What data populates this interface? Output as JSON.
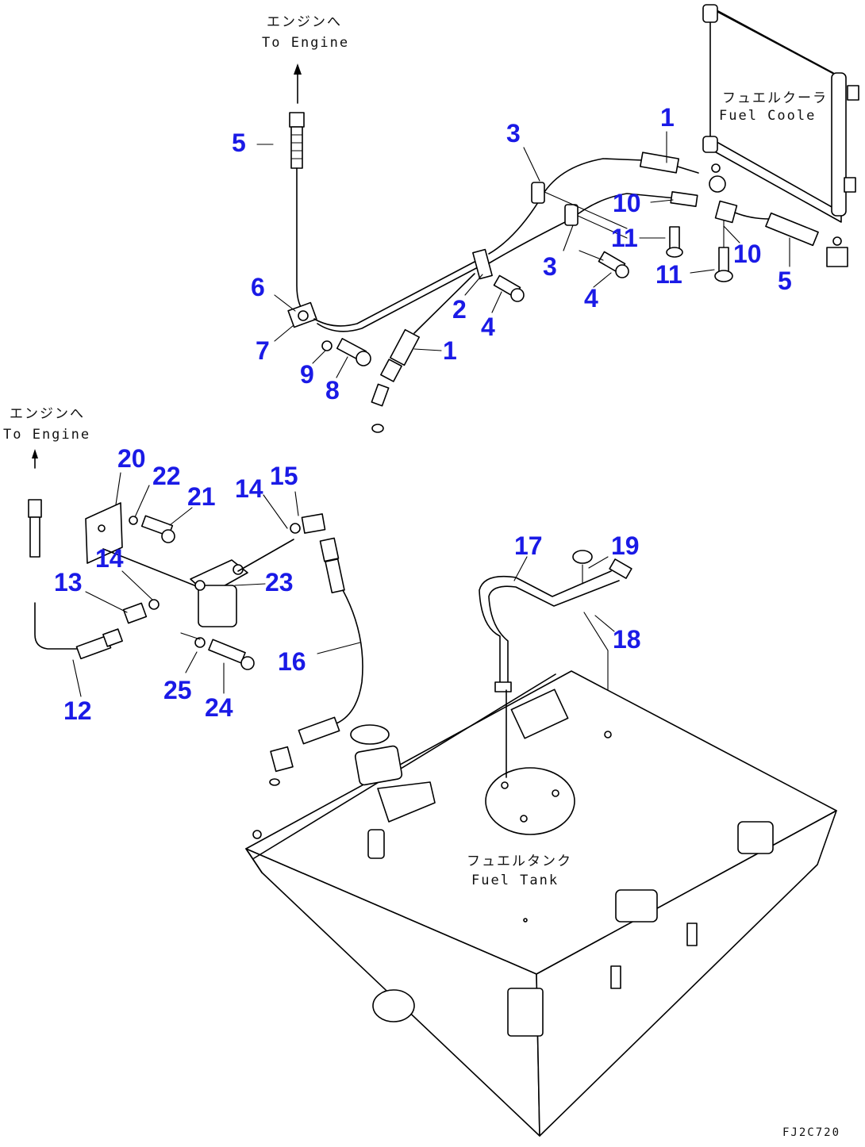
{
  "accent_color": "#1a1ae6",
  "labels": {
    "to_engine_top_jp": "エンジンへ",
    "to_engine_top_en": "To Engine",
    "fuel_cooler_jp": "フュエルクーラ",
    "fuel_cooler_en": "Fuel Coole",
    "to_engine_left_jp": "エンジンへ",
    "to_engine_left_en": "To Engine",
    "fuel_tank_jp": "フュエルタンク",
    "fuel_tank_en": "Fuel Tank",
    "drawing_code": "FJ2C720"
  },
  "callouts": [
    {
      "id": "c5a",
      "text": "5"
    },
    {
      "id": "c3a",
      "text": "3"
    },
    {
      "id": "c1a",
      "text": "1"
    },
    {
      "id": "c10a",
      "text": "10"
    },
    {
      "id": "c11a",
      "text": "11"
    },
    {
      "id": "c10b",
      "text": "10"
    },
    {
      "id": "c3b",
      "text": "3"
    },
    {
      "id": "c11b",
      "text": "11"
    },
    {
      "id": "c5b",
      "text": "5"
    },
    {
      "id": "c6",
      "text": "6"
    },
    {
      "id": "c2",
      "text": "2"
    },
    {
      "id": "c4a",
      "text": "4"
    },
    {
      "id": "c4b",
      "text": "4"
    },
    {
      "id": "c7",
      "text": "7"
    },
    {
      "id": "c1b",
      "text": "1"
    },
    {
      "id": "c9",
      "text": "9"
    },
    {
      "id": "c8",
      "text": "8"
    },
    {
      "id": "c20",
      "text": "20"
    },
    {
      "id": "c22",
      "text": "22"
    },
    {
      "id": "c15",
      "text": "15"
    },
    {
      "id": "c14a",
      "text": "14"
    },
    {
      "id": "c21",
      "text": "21"
    },
    {
      "id": "c14b",
      "text": "14"
    },
    {
      "id": "c13",
      "text": "13"
    },
    {
      "id": "c23",
      "text": "23"
    },
    {
      "id": "c17",
      "text": "17"
    },
    {
      "id": "c19",
      "text": "19"
    },
    {
      "id": "c18",
      "text": "18"
    },
    {
      "id": "c16",
      "text": "16"
    },
    {
      "id": "c25",
      "text": "25"
    },
    {
      "id": "c24",
      "text": "24"
    },
    {
      "id": "c12",
      "text": "12"
    }
  ]
}
